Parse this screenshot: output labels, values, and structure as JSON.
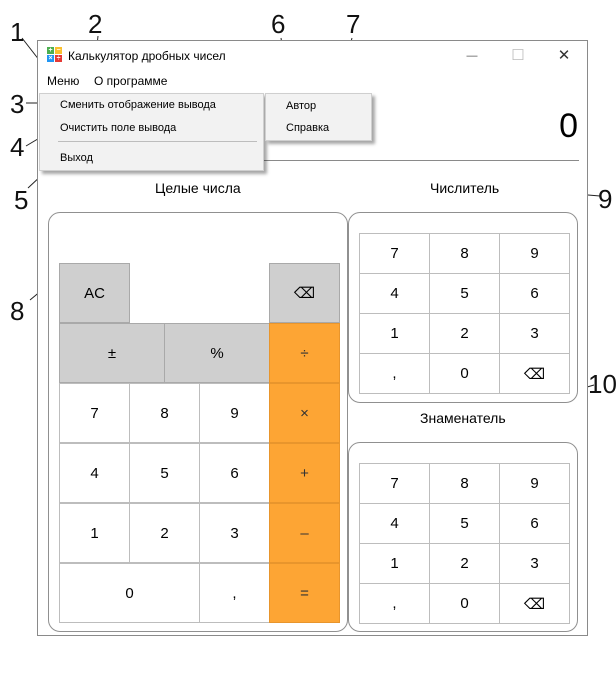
{
  "window": {
    "title": "Калькулятор дробных чисел",
    "minimize_glyph": "—",
    "maximize_glyph": "☐",
    "close_glyph": "✕"
  },
  "menu": {
    "menu_label": "Меню",
    "about_label": "О программе"
  },
  "menu_dropdown": {
    "items": [
      "Сменить отображение вывода",
      "Очистить поле вывода",
      "Выход"
    ]
  },
  "about_dropdown": {
    "items": [
      "Автор",
      "Справка"
    ]
  },
  "output": {
    "value": "0"
  },
  "labels": {
    "integers": "Целые числа",
    "numerator": "Числитель",
    "denominator": "Знаменатель"
  },
  "integer_keys": {
    "ac": "AC",
    "backspace": "⌫",
    "plus_minus": "±",
    "percent": "%",
    "divide": "÷",
    "multiply": "×",
    "add": "+",
    "subtract": "–",
    "equals": "=",
    "seven": "7",
    "eight": "8",
    "nine": "9",
    "four": "4",
    "five": "5",
    "six": "6",
    "one": "1",
    "two": "2",
    "three": "3",
    "zero": "0",
    "comma": ","
  },
  "fraction_keys": {
    "seven": "7",
    "eight": "8",
    "nine": "9",
    "four": "4",
    "five": "5",
    "six": "6",
    "one": "1",
    "two": "2",
    "three": "3",
    "comma": ",",
    "zero": "0",
    "backspace": "⌫"
  },
  "annotations": [
    "1",
    "2",
    "3",
    "4",
    "5",
    "6",
    "7",
    "8",
    "9",
    "10"
  ],
  "colors": {
    "operator": "#fda534",
    "function_key": "#cfcfcf"
  }
}
